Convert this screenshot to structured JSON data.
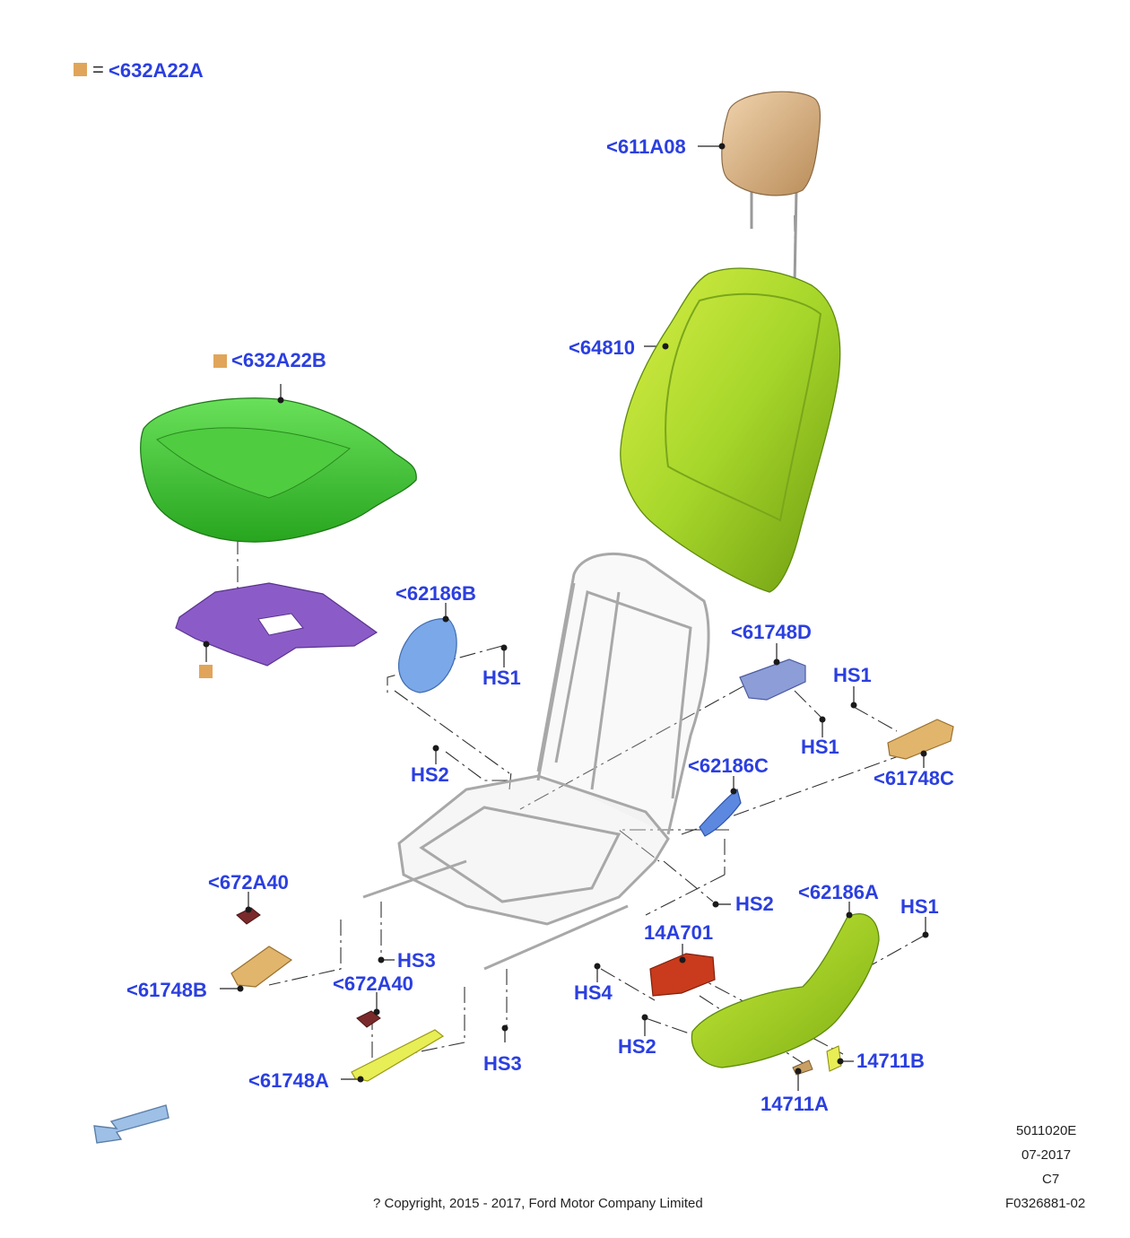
{
  "colors": {
    "callout": "#2b3fe0",
    "legend_swatch": "#e0a55a",
    "seat_cushion": "#3fc235",
    "seat_back": "#a6d62a",
    "headrest": "#d6b48a",
    "cushion_pan": "#8b5cc7",
    "trim_blue": "#7aa8e8",
    "frame": "#d2d2d2",
    "side_shield": "#9fd62a",
    "motor": "#c93b1c",
    "clip": "#7a2a2a",
    "bracket_tan": "#e1b56c",
    "bracket_yellow": "#e8ee55",
    "knob": "#c9a064",
    "arrow": "#9ec0e6"
  },
  "legend": {
    "equals": "=",
    "label": "<632A22A"
  },
  "callouts": {
    "c611A08": "<611A08",
    "c64810": "<64810",
    "c632A22B": "<632A22B",
    "c62186B": "<62186B",
    "c61748D": "<61748D",
    "hs1_a": "HS1",
    "hs1_b": "HS1",
    "hs1_c": "HS1",
    "hs1_d": "HS1",
    "c61748C": "<61748C",
    "hs2_a": "HS2",
    "c62186C": "<62186C",
    "hs2_b": "HS2",
    "c62186A": "<62186A",
    "c672A40_a": "<672A40",
    "c14A701": "14A701",
    "hs3_a": "HS3",
    "c61748B": "<61748B",
    "c672A40_b": "<672A40",
    "hs4": "HS4",
    "hs2_c": "HS2",
    "hs3_b": "HS3",
    "c14711B": "14711B",
    "c61748A": "<61748A",
    "c14711A": "14711A"
  },
  "footer": {
    "ref": "5011020E",
    "date": "07-2017",
    "code": "C7",
    "figure": "F0326881-02",
    "copyright": "? Copyright, 2015 - 2017, Ford Motor Company Limited"
  }
}
